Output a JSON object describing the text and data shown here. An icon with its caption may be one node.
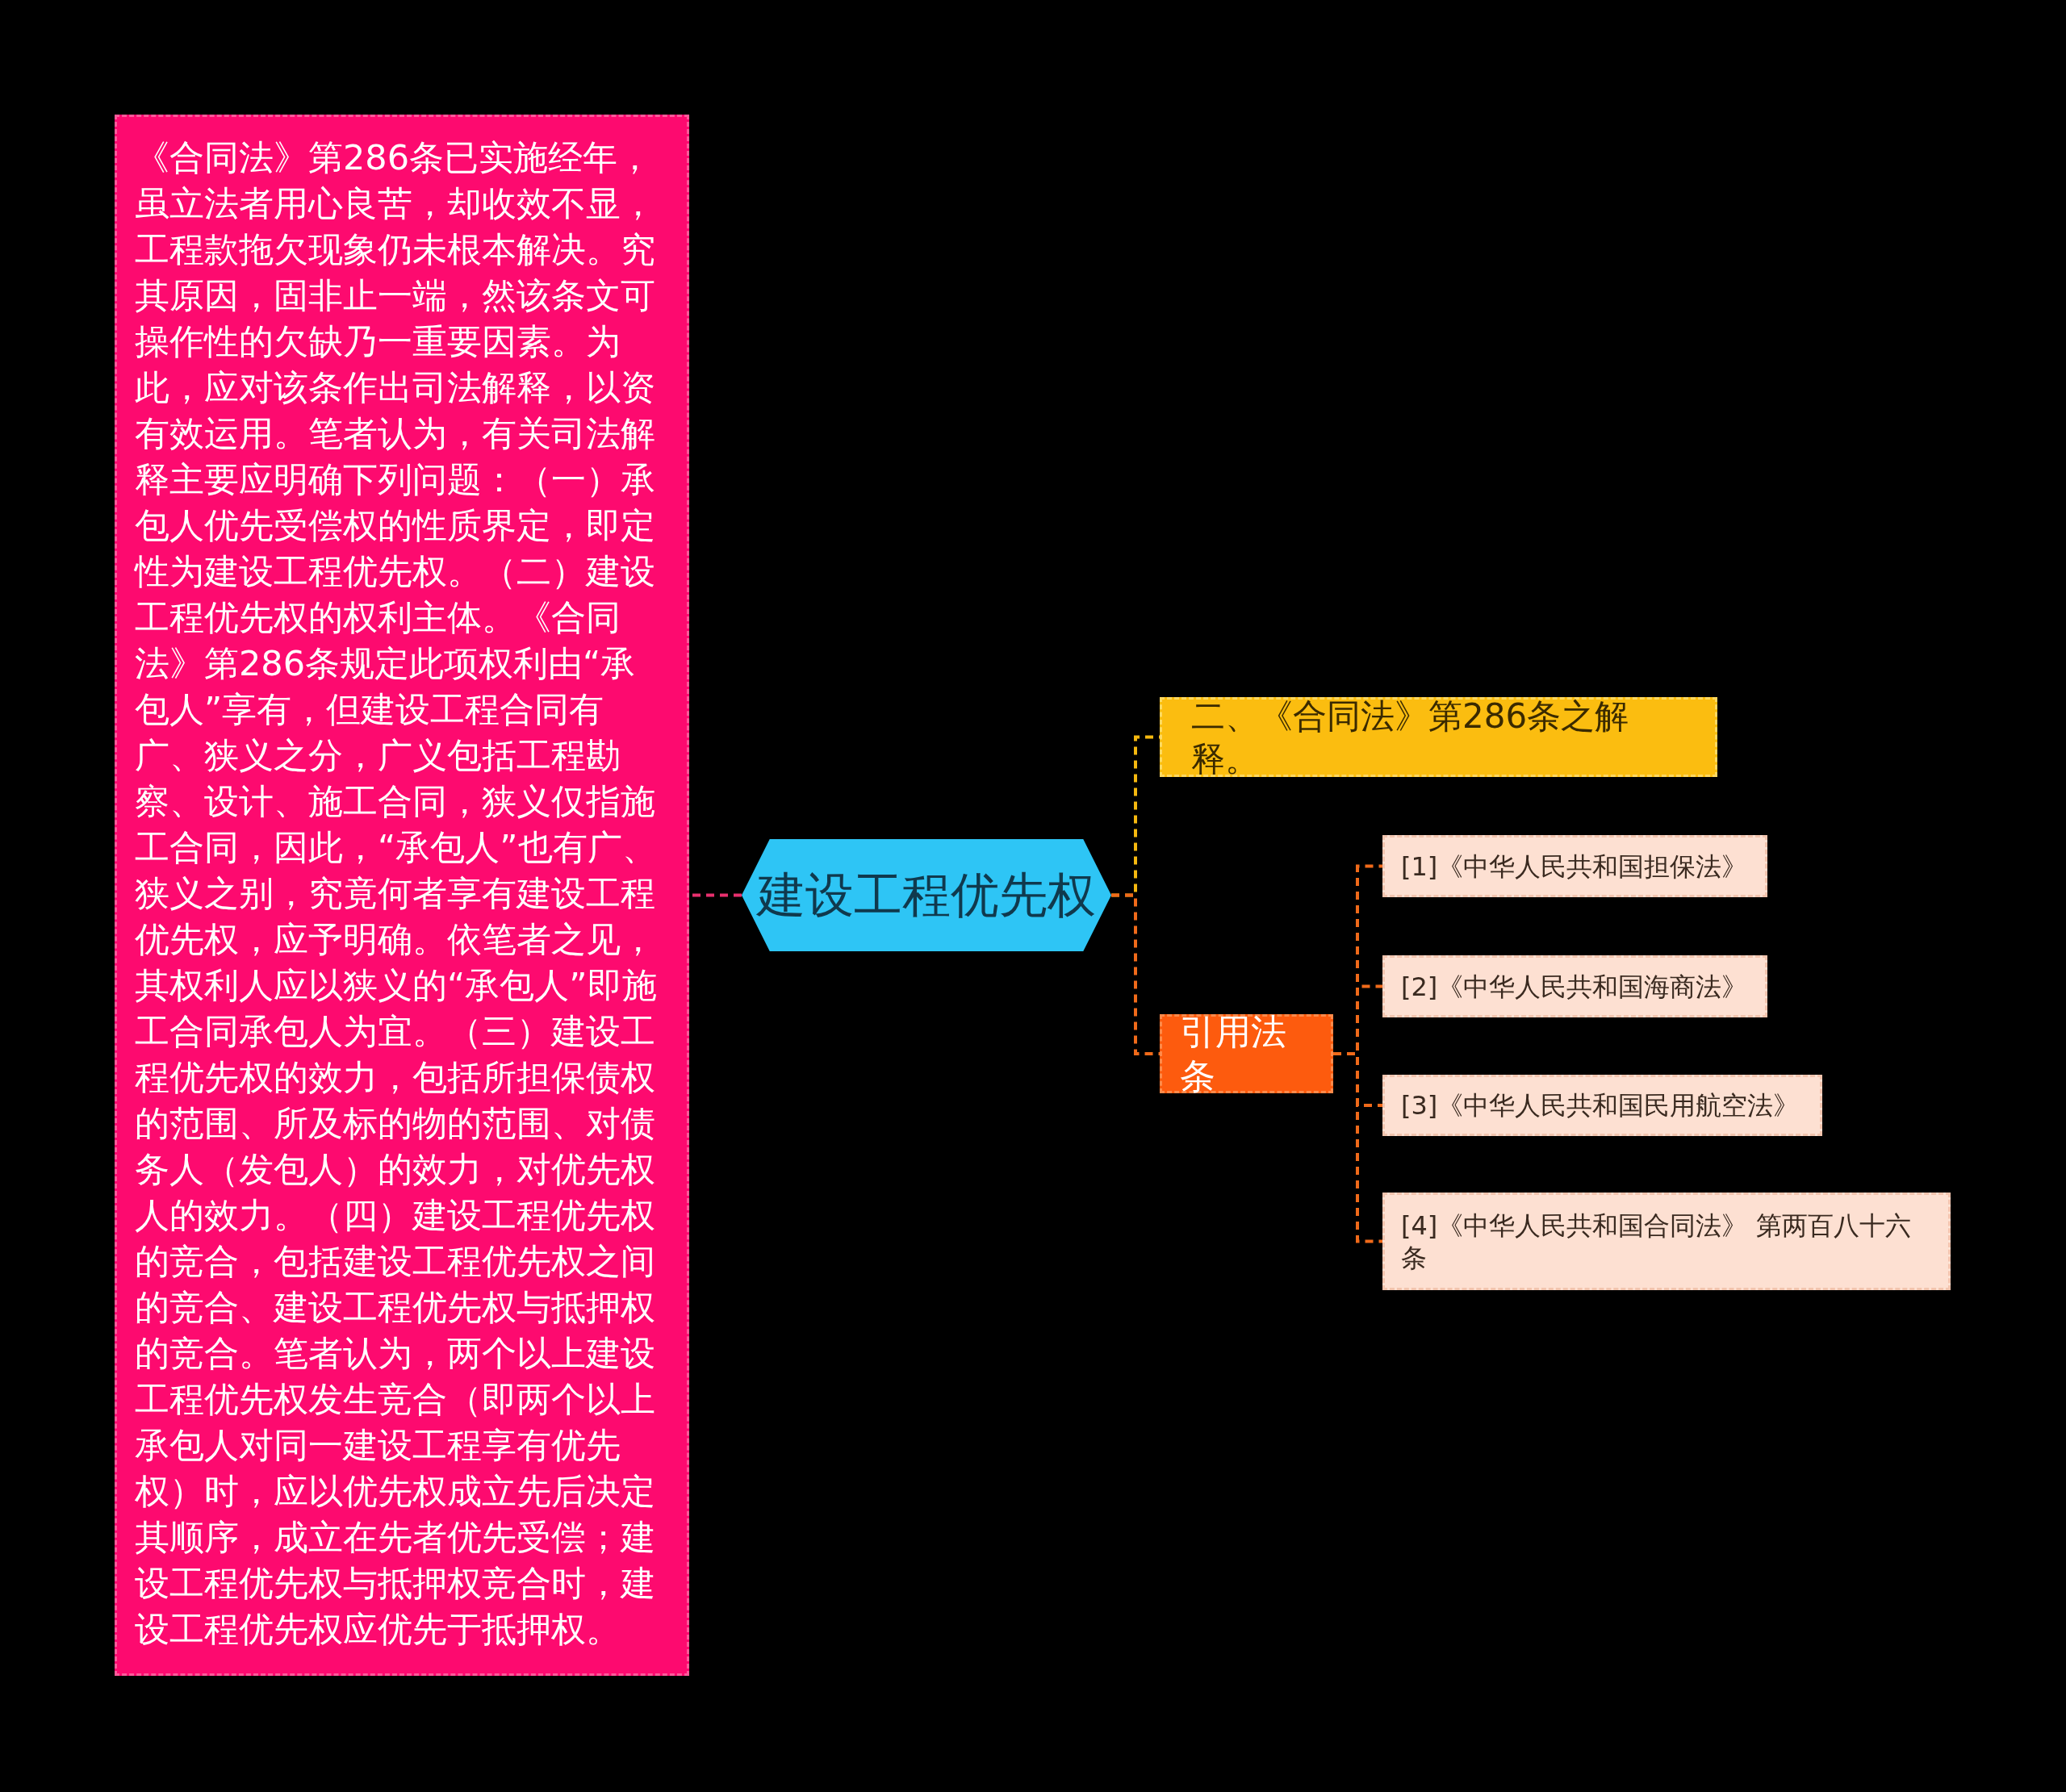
{
  "diagram": {
    "nodes": [
      {
        "text": [
          "建设工程优先权"
        ]
      },
      {
        "text": [
          "《合同法》第286条已实施经年，虽立法者用心良苦，却收效不显，工程款拖欠现象仍未根本解决。究其原因，固非止一端，然该条文可操作性的欠缺乃一重要因素。为此，应对该条作出司法解释，以资有效运用。笔者认为，有关司法解释主要应明确下列问题：（一）承包人优先受偿权的性质界定，即定性为建设工程优先权。（二）建设工程优先权的权利主体。《合同法》第286条规定此项权利由“承包人”享有，但建设工程合同有广、狭义之分，广义包括工程勘察、设计、施工合同，狭义仅指施工合同，因此，“承包人”也有广、狭义之别，究竟何者享有建设工程优先权，应予明确。依笔者之见，其权利人应以狭义的“承包人”即施工合同承包人为宜。（三）建设工程优先权的效力，包括所担保债权的范围、所及标的物的范围、对债务人（发包人）的效力，对优先权人的效力。（四）建设工程优先权的竞合，包括建设工程优先权之间的竞合、建设工程优先权与抵押权的竞合。笔者认为，两个以上建设工程优先权发生竞合（即两个以上承包人对同一建设工程享有优先权）时，应以优先权成立先后决定其顺序，成立在先者优先受偿；建设工程优先权与抵押权竞合时，建设工程优先权应优先于抵押权。"
        ]
      },
      {
        "text": [
          "二、《合同法》第286条之解释。"
        ]
      },
      {
        "text": [
          "引用法条"
        ]
      },
      {
        "text": [
          "[1]《中华人民共和国担保法》"
        ]
      },
      {
        "text": [
          "[2]《中华人民共和国海商法》"
        ]
      },
      {
        "text": [
          "[3]《中华人民共和国民用航空法》"
        ]
      },
      {
        "text": [
          "[4]《中华人民共和国合同法》 第两百八十六条"
        ]
      }
    ],
    "edges": [
      {
        "from": 0,
        "to": 1,
        "arrow": "none",
        "style": "dashed",
        "color": "#e8306e"
      },
      {
        "from": 0,
        "to": 2,
        "arrow": "none",
        "style": "dashed",
        "color": "#f5b80f"
      },
      {
        "from": 0,
        "to": 3,
        "arrow": "none",
        "style": "dashed"
      },
      {
        "from": 3,
        "to": 4,
        "arrow": "none",
        "style": "dashed"
      },
      {
        "from": 3,
        "to": 5,
        "arrow": "none",
        "style": "dashed"
      },
      {
        "from": 3,
        "to": 6,
        "arrow": "none",
        "style": "dashed"
      },
      {
        "from": 3,
        "to": 7,
        "arrow": "none",
        "style": "dashed"
      }
    ]
  }
}
